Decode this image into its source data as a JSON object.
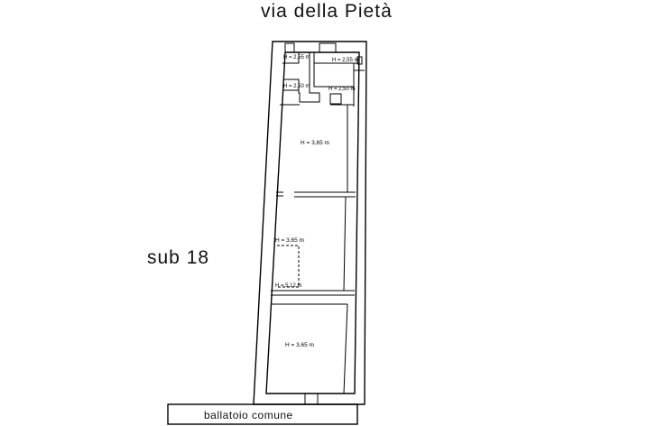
{
  "street_label": "via della Pietà",
  "unit_label": "sub 18",
  "corridor_label": "ballatoio comune",
  "rooms": [
    {
      "id": "top-left-small",
      "height_label": "H = 2,55 m"
    },
    {
      "id": "top-right-small",
      "height_label": "H = 2,55 m"
    },
    {
      "id": "mid-left-small",
      "height_label": "H = 2,50 m"
    },
    {
      "id": "mid-right-small",
      "height_label": "H = 2,50 m"
    },
    {
      "id": "room-upper",
      "height_label": "H = 3,65 m"
    },
    {
      "id": "room-middle",
      "height_label": "H = 3,65 m"
    },
    {
      "id": "room-middle-low",
      "height_label": "H = 5,12 m"
    },
    {
      "id": "room-lower",
      "height_label": "H = 3,65 m"
    }
  ]
}
